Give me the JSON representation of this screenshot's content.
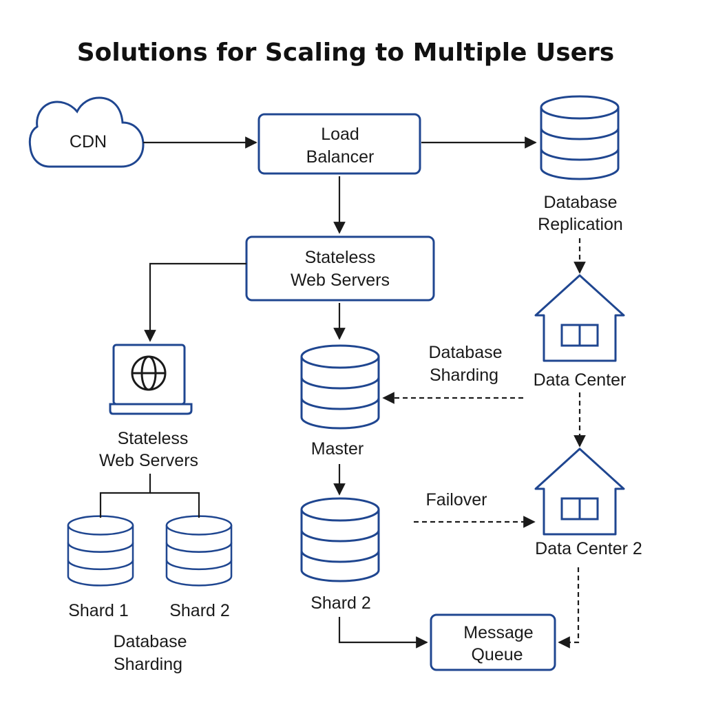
{
  "title": "Solutions for Scaling to Multiple Users",
  "nodes": {
    "cdn": "CDN",
    "load_balancer": [
      "Load",
      "Balancer"
    ],
    "database_replication": [
      "Database",
      "Replication"
    ],
    "stateless_web_servers_box": [
      "Stateless",
      "Web Servers"
    ],
    "stateless_web_servers_laptop": [
      "Stateless",
      "Web Servers"
    ],
    "master": "Master",
    "shard_2_center": "Shard 2",
    "shard_1": "Shard 1",
    "shard_2_left": "Shard 2",
    "database_sharding_bottom": [
      "Database",
      "Sharding"
    ],
    "database_sharding_middle": [
      "Database",
      "Sharding"
    ],
    "data_center": "Data Center",
    "data_center_2": "Data Center 2",
    "failover": "Failover",
    "message_queue": [
      "Message",
      "Queue"
    ]
  },
  "colors": {
    "shape_stroke": "#1f4690",
    "connector": "#1a1a1a",
    "text": "#111111"
  },
  "icons": [
    "cloud-icon",
    "database-icon",
    "laptop-globe-icon",
    "house-icon"
  ]
}
